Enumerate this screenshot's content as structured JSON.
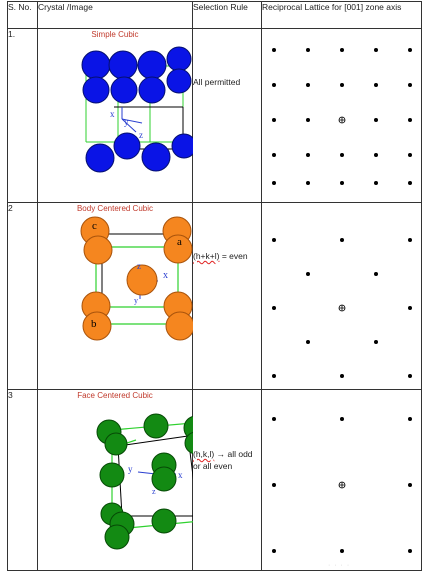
{
  "headers": {
    "sno": "S. No.",
    "crystal": "Crystal /Image",
    "rule": "Selection Rule",
    "lattice": "Reciprocal Lattice for [001] zone axis"
  },
  "rows": [
    {
      "sno": "1.",
      "title": "Simple Cubic",
      "rule_prefix": "All permitted",
      "rule_suffix": "",
      "axis_labels": [
        "x",
        "y",
        "z"
      ],
      "atom_color": "#0a14e6",
      "atom_stroke": "#051070"
    },
    {
      "sno": "2",
      "title": "Body Centered Cubic",
      "rule_prefix": "(h+k+l)",
      "rule_suffix": " = even",
      "axis_labels": [
        "c",
        "a",
        "b",
        "z",
        "x",
        "y"
      ],
      "atom_color": "#f5861f",
      "atom_stroke": "#a9530b"
    },
    {
      "sno": "3",
      "title": "Face Centered Cubic",
      "rule_prefix": "(h,k,l)",
      "rule_suffix": " → all odd or all even",
      "axis_labels": [
        "x",
        "y",
        "z"
      ],
      "atom_color": "#138a13",
      "atom_stroke": "#064a06"
    }
  ],
  "watermark": "· · · ·"
}
